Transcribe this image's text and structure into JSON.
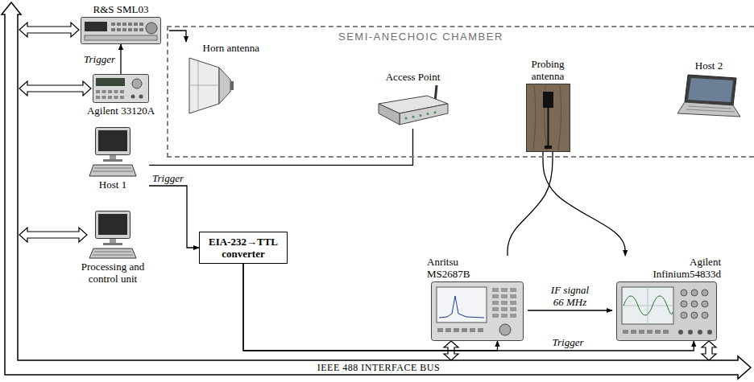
{
  "diagram": {
    "nodes": [
      {
        "text": [
          "R&S SML03"
        ]
      },
      {
        "text": [
          "Agilent 33120A"
        ]
      },
      {
        "text": [
          "Host 1"
        ]
      },
      {
        "text": [
          "Processing and control unit"
        ]
      },
      {
        "text": [
          "EIA-232→TTL converter"
        ]
      },
      {
        "text": [
          "SEMI-ANECHOIC CHAMBER"
        ]
      },
      {
        "text": [
          "Horn antenna"
        ],
        "in": 5
      },
      {
        "text": [
          "Access Point"
        ],
        "in": 5
      },
      {
        "text": [
          "Probing antenna"
        ],
        "in": 5
      },
      {
        "text": [
          "Host 2"
        ],
        "in": 5
      },
      {
        "text": [
          "Anritsu MS2687B"
        ]
      },
      {
        "text": [
          "Agilent Infinium54833d"
        ]
      }
    ],
    "edges": [
      {
        "from": 0,
        "to": 6,
        "arrow": "to"
      },
      {
        "from": 1,
        "to": 0,
        "label": "Trigger",
        "arrow": "to"
      },
      {
        "from": 7,
        "to": 2,
        "arrow": "none"
      },
      {
        "from": 2,
        "to": 4,
        "label": "Trigger",
        "arrow": "to"
      },
      {
        "from": 8,
        "to": 10,
        "arrow": "none"
      },
      {
        "from": 8,
        "to": 11,
        "arrow": "to"
      },
      {
        "from": 10,
        "to": 11,
        "label": "IF signal 66 MHz",
        "arrow": "to"
      },
      {
        "from": 4,
        "to": 10,
        "arrow": "to"
      },
      {
        "from": 4,
        "to": 11,
        "label": "Trigger",
        "arrow": "to"
      }
    ],
    "labels": [
      "IEEE 488 INTERFACE BUS"
    ]
  }
}
